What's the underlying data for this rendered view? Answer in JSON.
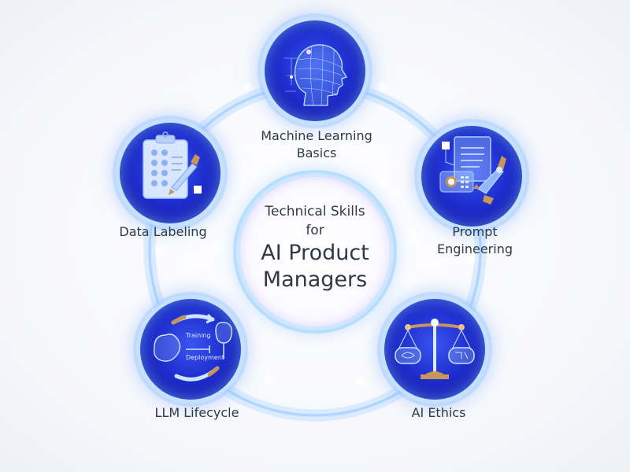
{
  "center": {
    "line1": "Technical Skills",
    "line2": "for",
    "line3": "AI Product",
    "line4": "Managers"
  },
  "nodes": [
    {
      "id": "ml-basics",
      "label_line1": "Machine Learning",
      "label_line2": "Basics",
      "icon": "wireframe-head-icon"
    },
    {
      "id": "prompt-engineering",
      "label_line1": "Prompt",
      "label_line2": "Engineering",
      "icon": "document-robot-arm-icon"
    },
    {
      "id": "ai-ethics",
      "label_line1": "AI Ethics",
      "label_line2": "",
      "icon": "balance-scale-icon"
    },
    {
      "id": "llm-lifecycle",
      "label_line1": "LLM Lifecycle",
      "label_line2": "",
      "icon": "brain-cycle-icon",
      "inner_text_1": "Training",
      "inner_text_2": "Deployment"
    },
    {
      "id": "data-labeling",
      "label_line1": "Data Labeling",
      "label_line2": "",
      "icon": "clipboard-pen-icon"
    }
  ],
  "colors": {
    "node_blue": "#1f2fd0",
    "ring_light": "#cfe6ff",
    "text": "#2f3a45",
    "accent_gold": "#c8955a"
  }
}
